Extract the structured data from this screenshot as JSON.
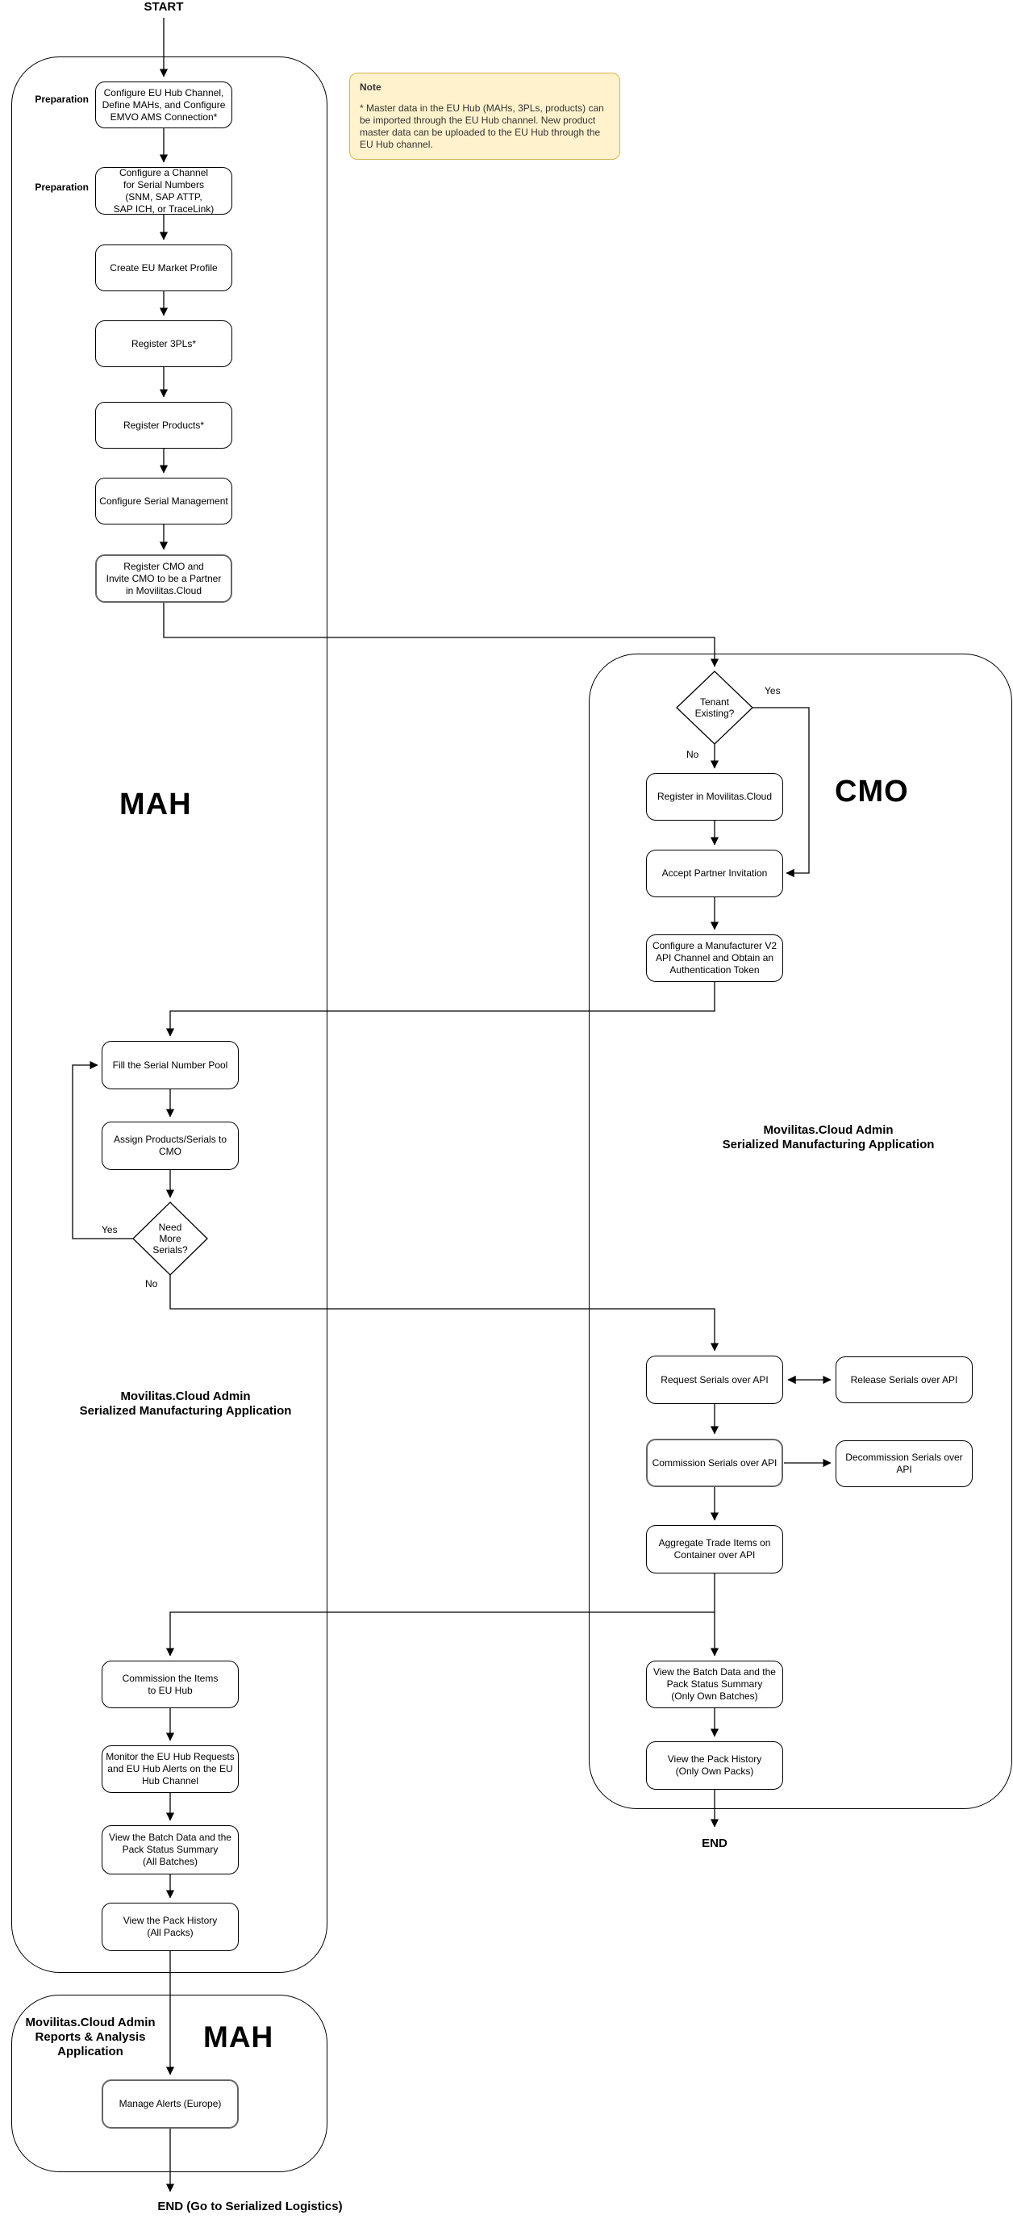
{
  "labels": {
    "start": "START",
    "end_cmo": "END",
    "end_final": "END (Go to Serialized Logistics)",
    "tenant_yes": "Yes",
    "tenant_no": "No",
    "serials_yes": "Yes",
    "serials_no": "No",
    "preparation_1": "Preparation",
    "preparation_2": "Preparation"
  },
  "lanes": {
    "mah_title": "MAH",
    "cmo_title": "CMO",
    "mah_bottom_title": "MAH",
    "mah_app": "Movilitas.Cloud Admin\nSerialized Manufacturing Application",
    "cmo_app": "Movilitas.Cloud Admin\nSerialized Manufacturing Application",
    "reports_app": "Movilitas.Cloud Admin\nReports & Analysis\nApplication"
  },
  "note": {
    "title": "Note",
    "body": "* Master data in the EU Hub (MAHs, 3PLs, products) can be imported through the EU Hub channel. New product master data can be uploaded to the EU Hub through the EU Hub channel."
  },
  "nodes": {
    "configure_eu_hub": "Configure EU Hub Channel,\nDefine MAHs, and Configure\nEMVO AMS Connection*",
    "configure_channel": "Configure a Channel\nfor Serial Numbers\n(SNM, SAP ATTP,\nSAP ICH, or TraceLink)",
    "create_profile": "Create EU Market Profile",
    "register_3pls": "Register 3PLs*",
    "register_products": "Register Products*",
    "configure_serial_mgmt": "Configure Serial Management",
    "register_cmo": "Register CMO and\nInvite CMO to be a Partner\nin Movilitas.Cloud",
    "tenant_existing": "Tenant\nExisting?",
    "register_movilitas": "Register in Movilitas.Cloud",
    "accept_partner": "Accept Partner Invitation",
    "configure_manufacturer": "Configure a Manufacturer V2\nAPI Channel and Obtain an\nAuthentication Token",
    "fill_pool": "Fill the Serial Number Pool",
    "assign_products": "Assign Products/Serials to\nCMO",
    "need_more": "Need\nMore\nSerials?",
    "request_serials": "Request Serials over API",
    "release_serials": "Release Serials over API",
    "commission_serials": "Commission Serials over API",
    "decommission_serials": "Decommission Serials over API",
    "aggregate_items": "Aggregate Trade Items on\nContainer over API",
    "view_batch_own": "View the Batch Data and the\nPack Status Summary\n(Only Own Batches)",
    "view_pack_own": "View the Pack History\n(Only Own Packs)",
    "commission_items": "Commission the Items\nto EU Hub",
    "monitor_hub": "Monitor the EU Hub Requests\nand EU Hub Alerts on the EU\nHub Channel",
    "view_batch_all": "View the Batch Data and the\nPack Status Summary\n(All Batches)",
    "view_pack_all": "View the Pack History\n(All Packs)",
    "manage_alerts": "Manage Alerts (Europe)"
  }
}
